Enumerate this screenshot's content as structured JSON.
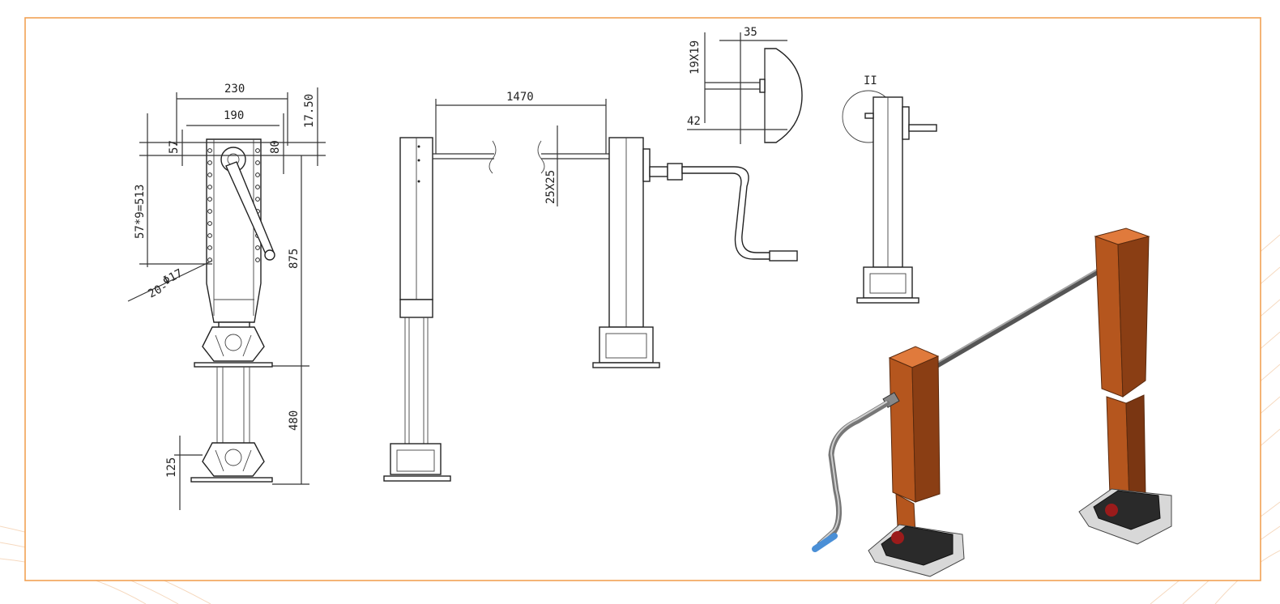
{
  "frame": {
    "border_color": "#f2a154",
    "background": "#ffffff"
  },
  "colors": {
    "steel_body": "#b5561e",
    "steel_dark": "#7a3612",
    "steel_top": "#e07a3c",
    "handle_grip": "#4a8fd6",
    "base": "#d8d8d8"
  },
  "front_view": {
    "dims": {
      "overall_width": "230",
      "plate_width": "190",
      "top_offset": "17.50",
      "hole_pitch_label": "57",
      "hole_edge": "80",
      "hole_series": "57*9=513",
      "hole_diameter": "Φ17",
      "hole_count": "20-",
      "height_closed": "875",
      "extension": "480",
      "foot_height": "125"
    }
  },
  "side_view": {
    "dims": {
      "spacing": "1470",
      "shaft_section": "25X25"
    }
  },
  "detail_view": {
    "dims": {
      "top": "35",
      "left": "19X19",
      "bottom": "42"
    },
    "label": "II"
  }
}
